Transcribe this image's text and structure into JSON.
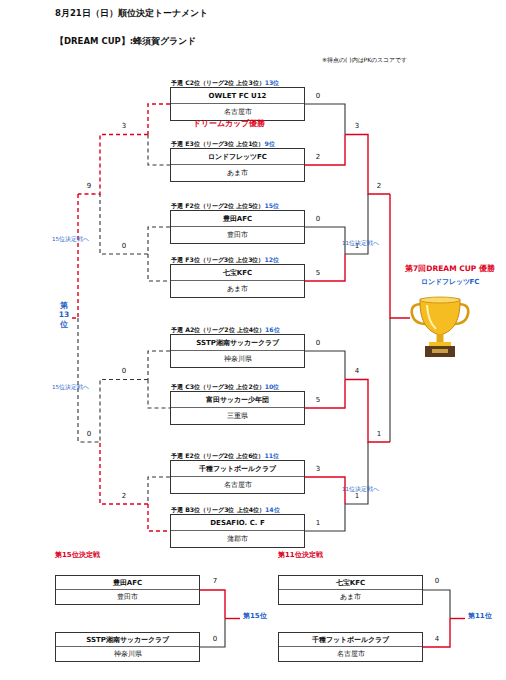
{
  "diagram": {
    "title": "8月21日（日）順位決定トーナメント",
    "nodes": [
      {
        "text": [
          "予選 C2位（リーグ2位 上位3位）",
          "13位",
          "OWLET FC U12",
          "名古屋市"
        ]
      },
      {
        "text": [
          "予選 E3位（リーグ3位 上位1位）",
          "9位",
          "ロンドフレッツFC",
          "あま市"
        ]
      },
      {
        "text": [
          "予選 F2位（リーグ2位 上位5位）",
          "15位",
          "豊田AFC",
          "豊田市"
        ]
      },
      {
        "text": [
          "予選 F3位（リーグ3位 上位3位）",
          "12位",
          "七宝KFC",
          "あま市"
        ]
      },
      {
        "text": [
          "予選 A2位（リーグ2位 上位4位）",
          "16位",
          "SSTP湘南サッカークラブ",
          "神奈川県"
        ]
      },
      {
        "text": [
          "予選 C3位（リーグ3位 上位2位）",
          "10位",
          "富田サッカー少年団",
          "三重県"
        ]
      },
      {
        "text": [
          "予選 E2位（リーグ2位 上位6位）",
          "11位",
          "千種フットボールクラブ",
          "名古屋市"
        ]
      },
      {
        "text": [
          "予選 B3位（リーグ3位 上位4位）",
          "14位",
          "DESAFIO. C. F",
          "蒲郡市"
        ]
      },
      {
        "text": [
          "豊田AFC",
          "豊田市"
        ]
      },
      {
        "text": [
          "SSTP湘南サッカークラブ",
          "神奈川県"
        ]
      },
      {
        "text": [
          "七宝KFC",
          "あま市"
        ]
      },
      {
        "text": [
          "千種フットボールクラブ",
          "名古屋市"
        ]
      }
    ],
    "edges": [
      {
        "from": 0,
        "to": 1,
        "arrow": "none"
      },
      {
        "from": 2,
        "to": 3,
        "arrow": "none"
      },
      {
        "from": 4,
        "to": 5,
        "arrow": "none"
      },
      {
        "from": 6,
        "to": 7,
        "arrow": "none"
      },
      {
        "from": 0,
        "to": 1,
        "arrow": "none"
      },
      {
        "from": 2,
        "to": 3,
        "arrow": "none"
      },
      {
        "from": 4,
        "to": 5,
        "arrow": "none"
      },
      {
        "from": 6,
        "to": 7,
        "arrow": "none"
      },
      {
        "from": 8,
        "to": 9,
        "arrow": "none"
      },
      {
        "from": 10,
        "to": 11,
        "arrow": "none"
      }
    ],
    "labels": [
      "【DREAM CUP】:蜂須賀グランド",
      "※得点の( )内はPKのスコアです",
      "ドリームカップ優勝",
      "0",
      "2",
      "0",
      "5",
      "0",
      "5",
      "3",
      "1",
      "3",
      "1",
      "4",
      "1",
      "2",
      "1",
      "3",
      "0",
      "0",
      "2",
      "9",
      "0",
      "15位決定戦へ",
      "15位決定戦へ",
      "11位決定戦へ",
      "11位決定戦へ",
      "第13位",
      "第7回DREAM CUP 優勝",
      "ロンドフレッツFC",
      "第15位決定戦",
      "7",
      "0",
      "第15位",
      "第11位決定戦",
      "0",
      "4",
      "第11位"
    ]
  }
}
